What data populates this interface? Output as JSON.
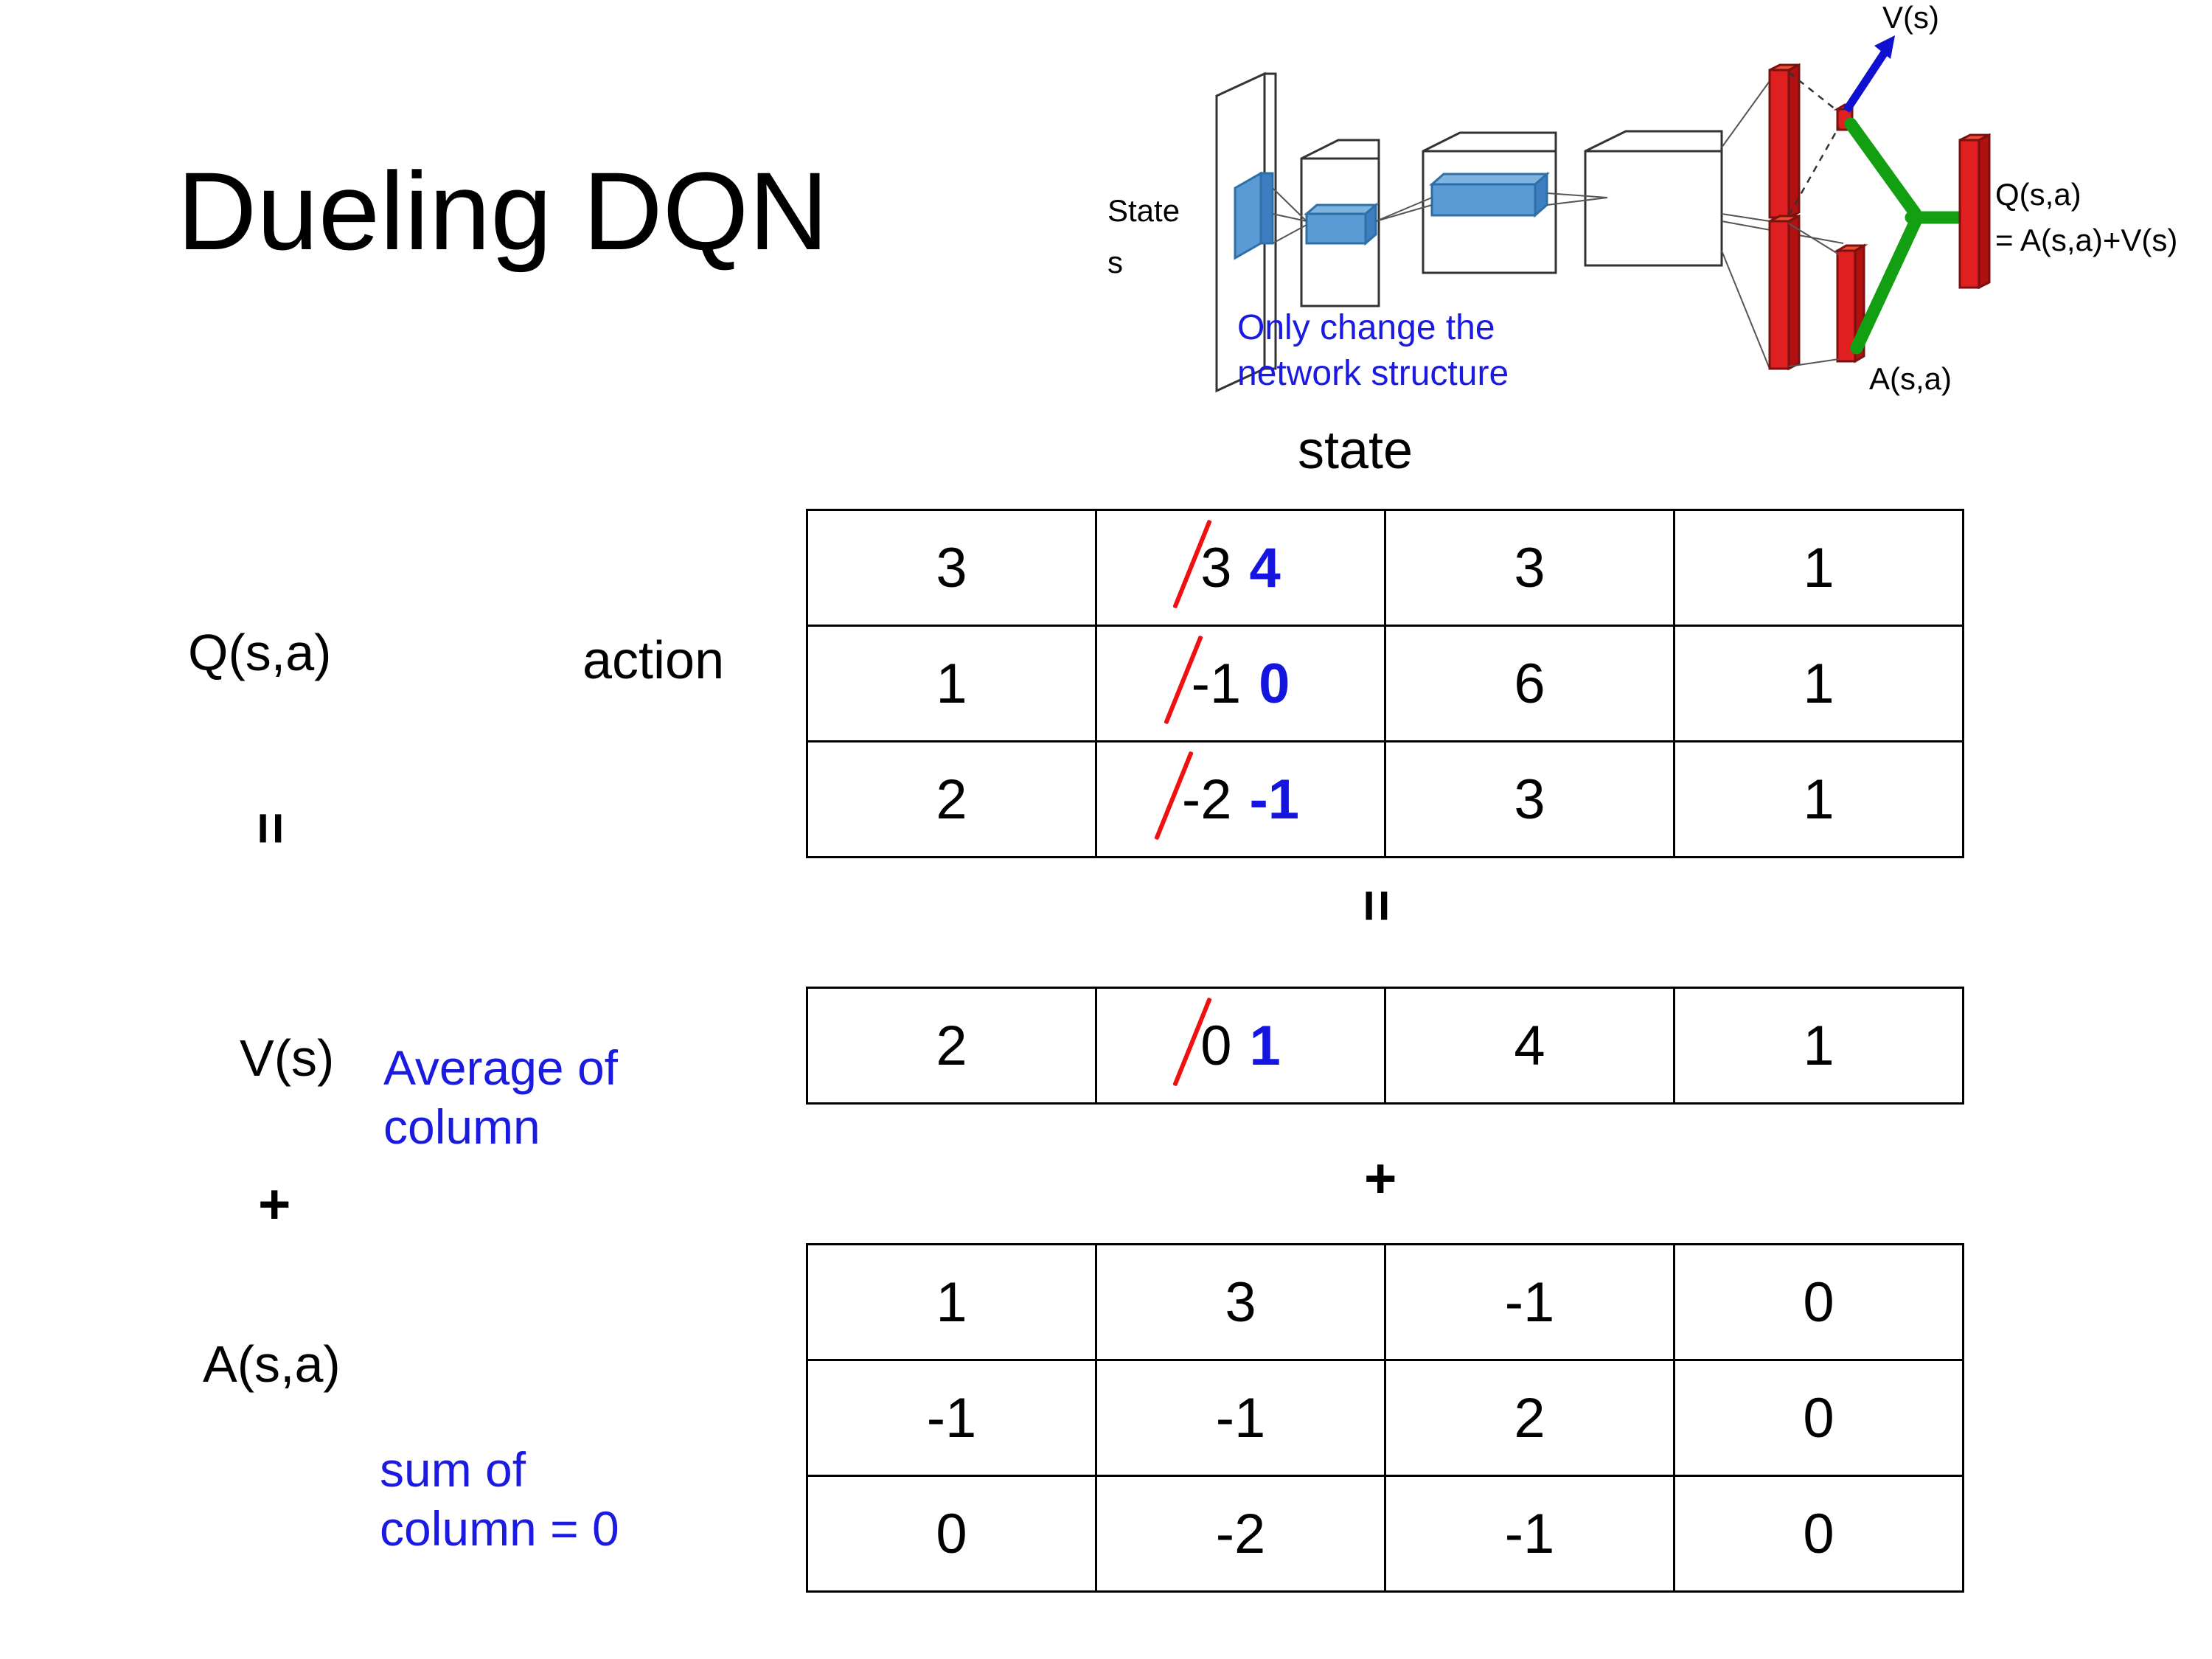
{
  "title": "Dueling DQN",
  "diagram": {
    "state_label_line1": "State",
    "state_label_line2": "s",
    "note_line1": "Only change the",
    "note_line2": "network structure",
    "v_label": "V(s)",
    "a_label": "A(s,a)",
    "q_label_line1": "Q(s,a)",
    "q_label_line2": "= A(s,a)+V(s)",
    "colors": {
      "note_blue": "#1A1AE0",
      "bar_red": "#E02020",
      "branch_green": "#12A012",
      "block_blue": "#5B9BD5",
      "arrow_blue": "#1010D0"
    }
  },
  "labels": {
    "state_header": "state",
    "action": "action",
    "q_label": "Q(s,a)",
    "v_label": "V(s)",
    "a_label": "A(s,a)",
    "eq_symbol_top": "=",
    "eq_symbol_mid": "=",
    "plus_symbol_left": "+",
    "plus_symbol_mid": "+",
    "v_note_line1": "Average of",
    "v_note_line2": "column",
    "a_note_line1": "sum of",
    "a_note_line2": "column = 0"
  },
  "colors": {
    "blue": "#1515E0",
    "strike_red": "#F01010",
    "black": "#000000"
  },
  "chart_data": {
    "type": "table",
    "title": "Dueling DQN decomposition Q(s,a) = V(s) + A(s,a)",
    "tables": [
      {
        "name": "Q(s,a)",
        "row_axis": "action",
        "col_axis": "state",
        "rows": 3,
        "cols": 4,
        "values": [
          [
            "3",
            "3",
            "3",
            "1"
          ],
          [
            "1",
            "-1",
            "6",
            "1"
          ],
          [
            "2",
            "-2",
            "3",
            "1"
          ]
        ],
        "corrections": [
          {
            "row": 0,
            "col": 1,
            "old": "3",
            "new": "4"
          },
          {
            "row": 1,
            "col": 1,
            "old": "-1",
            "new": "0"
          },
          {
            "row": 2,
            "col": 1,
            "old": "-2",
            "new": "-1"
          }
        ]
      },
      {
        "name": "V(s)",
        "rows": 1,
        "cols": 4,
        "values": [
          [
            "2",
            "0",
            "4",
            "1"
          ]
        ],
        "corrections": [
          {
            "row": 0,
            "col": 1,
            "old": "0",
            "new": "1"
          }
        ]
      },
      {
        "name": "A(s,a)",
        "rows": 3,
        "cols": 4,
        "values": [
          [
            "1",
            "3",
            "-1",
            "0"
          ],
          [
            "-1",
            "-1",
            "2",
            "0"
          ],
          [
            "0",
            "-2",
            "-1",
            "0"
          ]
        ],
        "corrections": []
      }
    ]
  }
}
